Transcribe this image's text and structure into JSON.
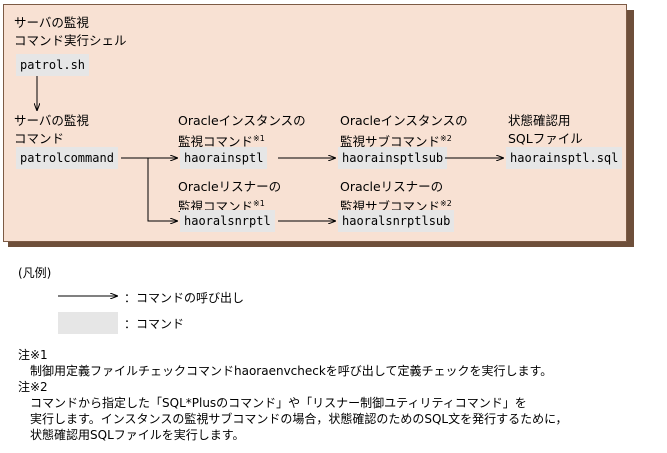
{
  "diagram": {
    "shell_label": [
      "サーバの監視",
      "コマンド実行シェル"
    ],
    "shell_cmd": "patrol.sh",
    "monitor_label": [
      "サーバの監視",
      "コマンド"
    ],
    "monitor_cmd": "patrolcommand",
    "instance_label": [
      "Oracleインスタンスの",
      "監視コマンド"
    ],
    "instance_sup": "※1",
    "instance_cmd": "haorainsptl",
    "instance_sub_label": [
      "Oracleインスタンスの",
      "監視サブコマンド"
    ],
    "instance_sub_sup": "※2",
    "instance_sub_cmd": "haorainsptlsub",
    "sql_label": [
      "状態確認用",
      "SQLファイル"
    ],
    "sql_cmd": "haorainsptl.sql",
    "listener_label": [
      "Oracleリスナーの",
      "監視コマンド"
    ],
    "listener_sup": "※1",
    "listener_cmd": "haoralsnrptl",
    "listener_sub_label": [
      "Oracleリスナーの",
      "監視サブコマンド"
    ],
    "listener_sub_sup": "※2",
    "listener_sub_cmd": "haoralsnrptlsub"
  },
  "legend": {
    "title": "(凡例)",
    "arrow_text": "：コマンドの呼び出し",
    "box_text": "：コマンド"
  },
  "notes": {
    "note1_title": "注※1",
    "note1_body": "制御用定義ファイルチェックコマンドhaoraenvcheckを呼び出して定義チェックを実行します。",
    "note2_title": "注※2",
    "note2_lines": [
      "コマンドから指定した「SQL*Plusのコマンド」や「リスナー制御ユティリティコマンド」を",
      "実行します。インスタンスの監視サブコマンドの場合，状態確認のためのSQL文を発行するために，",
      "状態確認用SQLファイルを実行します。"
    ]
  },
  "colors": {
    "panel": "#f8e1d3",
    "panel_shadow": "#6e4f3a",
    "command_box": "#e6e6e6"
  }
}
